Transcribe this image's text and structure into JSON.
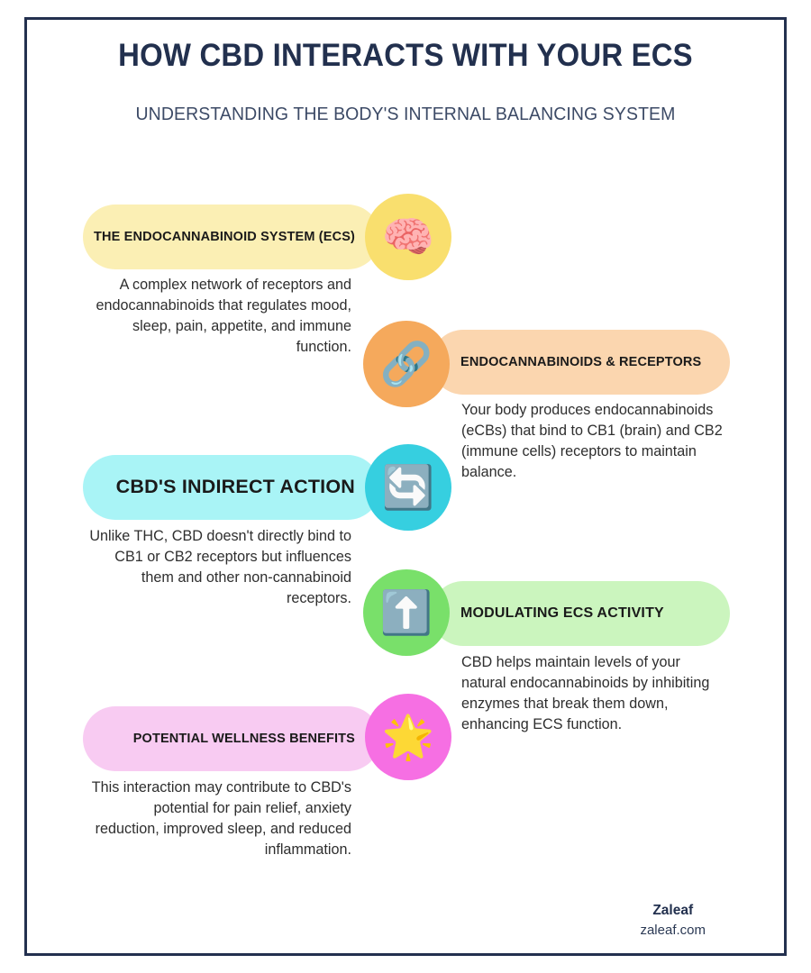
{
  "header": {
    "title": "HOW CBD INTERACTS WITH YOUR ECS",
    "subtitle": "UNDERSTANDING THE BODY'S INTERNAL BALANCING SYSTEM"
  },
  "theme": {
    "border_color": "#23304f",
    "title_color": "#22304e",
    "subtitle_color": "#3c4a66",
    "body_text_color": "#2e2e2e",
    "pill_text_color": "#1a1a1a",
    "background": "#ffffff"
  },
  "sections": [
    {
      "index": 1,
      "side": "left",
      "title": "THE ENDOCANNABINOID SYSTEM (ECS)",
      "body": "A complex network of receptors and endocannabinoids that regulates mood, sleep, pain, appetite, and immune function.",
      "icon": "brain-icon",
      "icon_glyph": "🧠",
      "circle_color": "#F9DF6E",
      "pill_color": "#FBEFB4",
      "title_size": "small"
    },
    {
      "index": 2,
      "side": "right",
      "title": "ENDOCANNABINOIDS & RECEPTORS",
      "body": "Your body produces endocannabinoids (eCBs) that bind to CB1 (brain) and CB2 (immune cells) receptors to maintain balance.",
      "icon": "chain-link-icon",
      "icon_glyph": "🔗",
      "circle_color": "#F5A95C",
      "pill_color": "#FBD6AF",
      "title_size": "small"
    },
    {
      "index": 3,
      "side": "left",
      "title": "CBD'S INDIRECT ACTION",
      "body": "Unlike THC, CBD doesn't directly bind to CB1 or CB2 receptors but influences them and other non-cannabinoid receptors.",
      "icon": "sync-refresh-icon",
      "icon_glyph": "🔄",
      "circle_color": "#36CFE0",
      "pill_color": "#A9F4F6",
      "title_size": "large"
    },
    {
      "index": 4,
      "side": "right",
      "title": "MODULATING ECS ACTIVITY",
      "body": "CBD helps maintain levels of your natural endocannabinoids by inhibiting enzymes that break them down, enhancing ECS function.",
      "icon": "up-arrow-icon",
      "icon_glyph": "⬆️",
      "circle_color": "#79E06A",
      "pill_color": "#CBF5BE",
      "title_size": "medium"
    },
    {
      "index": 5,
      "side": "left",
      "title": "POTENTIAL WELLNESS BENEFITS",
      "body": "This interaction may contribute to CBD's potential for pain relief, anxiety reduction, improved sleep, and reduced inflammation.",
      "icon": "glowing-star-icon",
      "icon_glyph": "🌟",
      "circle_color": "#F66FE3",
      "pill_color": "#F8CBF2",
      "title_size": "small"
    }
  ],
  "footer": {
    "brand": "Zaleaf",
    "url": "zaleaf.com"
  }
}
